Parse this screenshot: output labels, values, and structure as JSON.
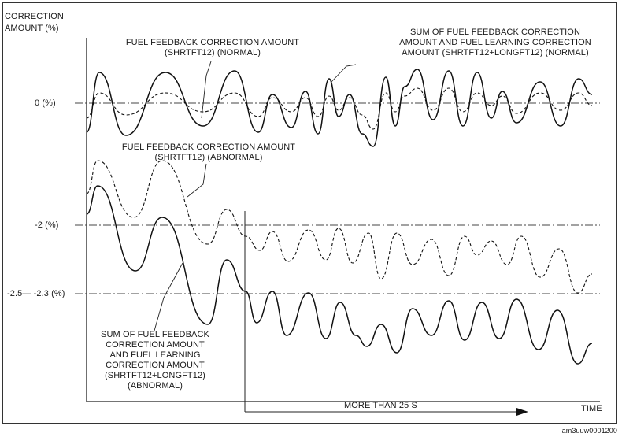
{
  "y_axis_label": [
    "CORRECTION",
    "AMOUNT (%)"
  ],
  "x_axis_label": "TIME",
  "levels": {
    "zero": "0 (%)",
    "minus2": "-2 (%)",
    "minus25_23": "-2.5— -2.3 (%)"
  },
  "annotations": {
    "shrtft_normal": [
      "FUEL FEEDBACK CORRECTION AMOUNT",
      "(SHRTFT12) (NORMAL)"
    ],
    "sum_normal": [
      "SUM OF FUEL FEEDBACK CORRECTION",
      "AMOUNT AND FUEL LEARNING CORRECTION",
      "AMOUNT (SHRTFT12+LONGFT12) (NORMAL)"
    ],
    "shrtft_abnormal": [
      "FUEL FEEDBACK CORRECTION AMOUNT",
      "(SHRTFT12) (ABNORMAL)"
    ],
    "sum_abnormal": [
      "SUM OF FUEL FEEDBACK",
      "CORRECTION AMOUNT",
      "AND FUEL LEARNING",
      "CORRECTION AMOUNT",
      "(SHRTFT12+LONGFT12)",
      "(ABNORMAL)"
    ]
  },
  "duration_label": "MORE THAN 25 S",
  "figure_id": "am3uuw0001200"
}
